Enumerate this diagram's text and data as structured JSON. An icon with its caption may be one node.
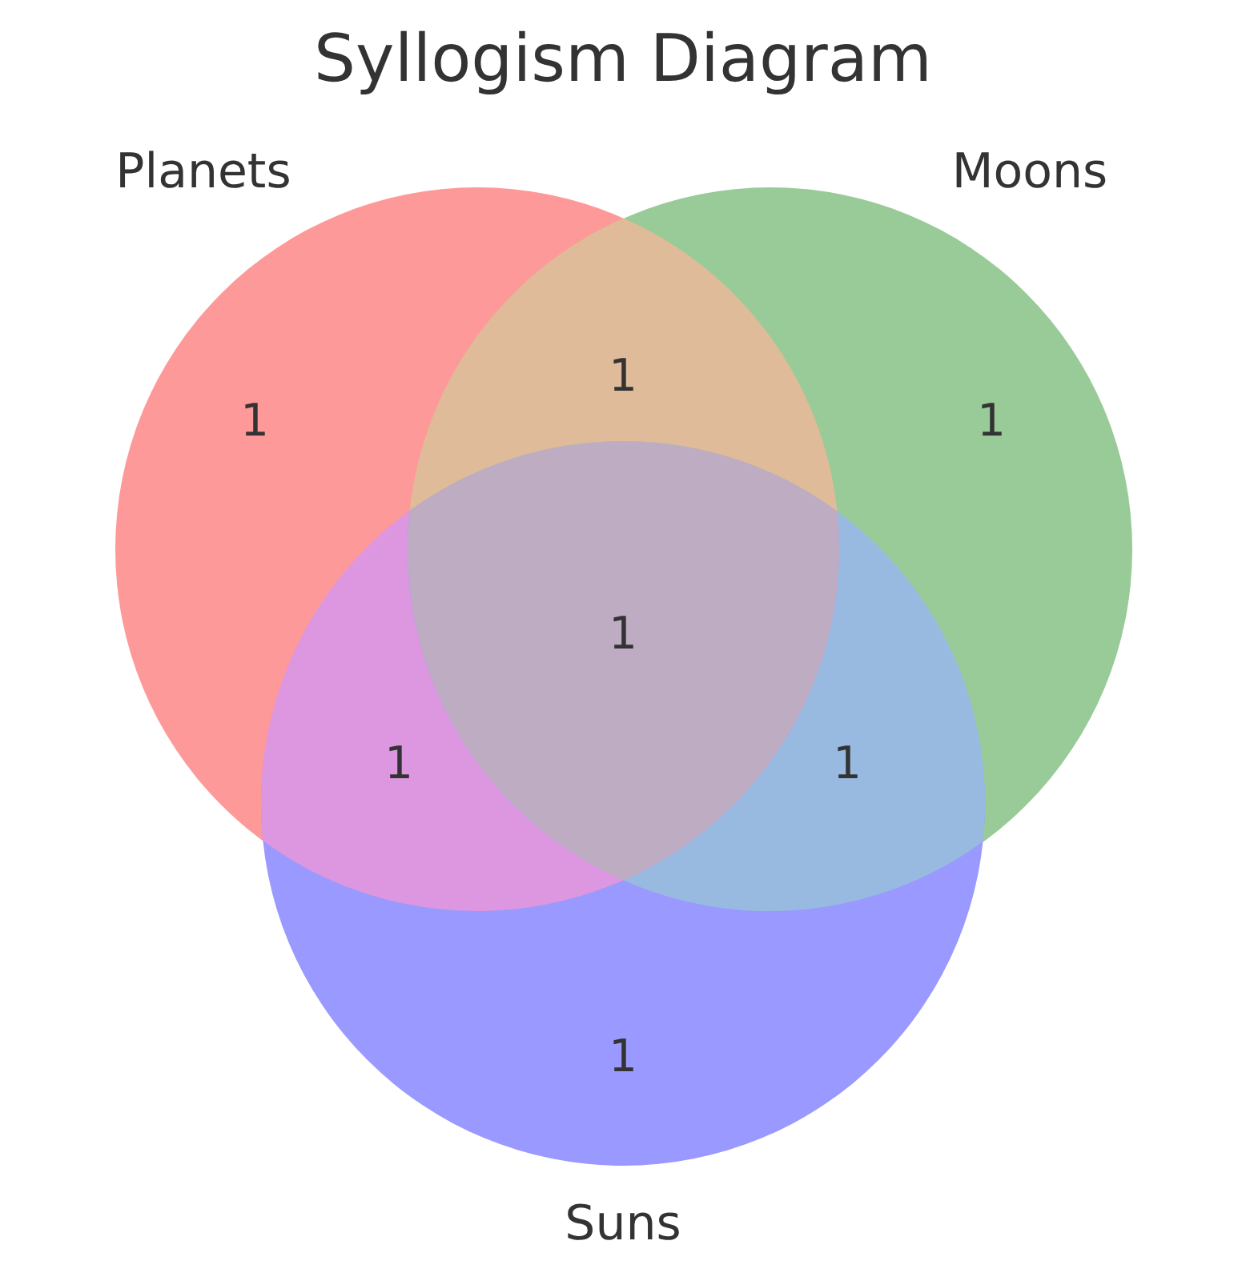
{
  "diagram": {
    "title": "Syllogism Diagram",
    "nodes": [
      {
        "text": [
          "Planets"
        ]
      },
      {
        "text": [
          "Moons"
        ]
      },
      {
        "text": [
          "Suns"
        ]
      }
    ],
    "labels": [
      "1",
      "1",
      "1",
      "1",
      "1",
      "1",
      "1"
    ]
  }
}
